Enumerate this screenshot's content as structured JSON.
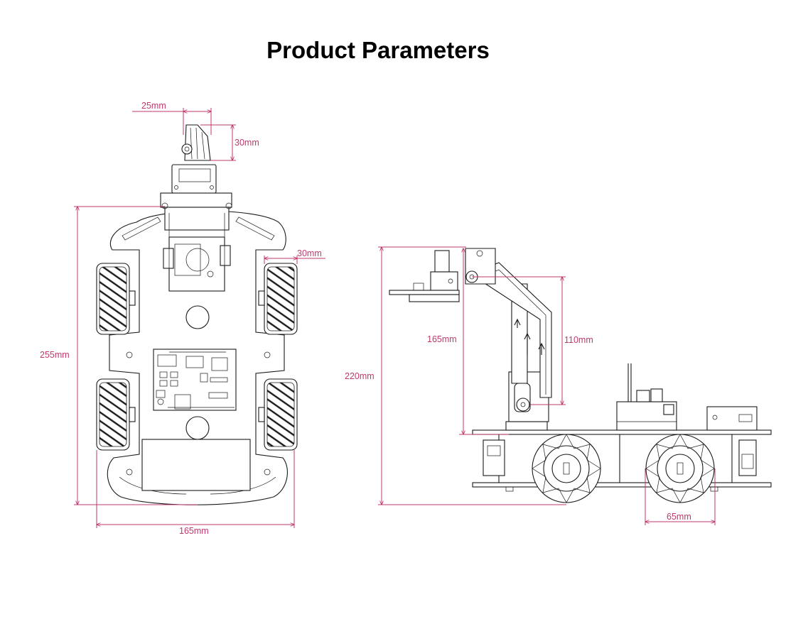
{
  "title": "Product Parameters",
  "colors": {
    "dimension": "#c0386e",
    "line": "#1a1a1a",
    "background": "#ffffff"
  },
  "top_view": {
    "claw_width": "25mm",
    "claw_height": "30mm",
    "wheel_width": "30mm",
    "length": "255mm",
    "width": "165mm"
  },
  "side_view": {
    "height": "220mm",
    "arm_reach": "165mm",
    "arm_height": "110mm",
    "wheel_diameter": "65mm"
  }
}
